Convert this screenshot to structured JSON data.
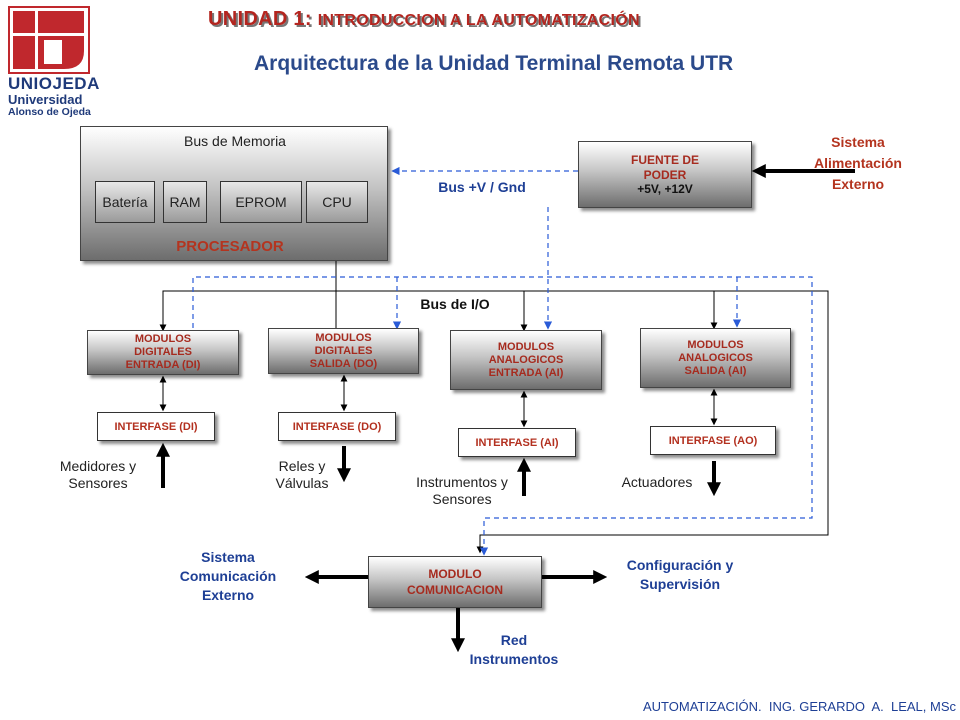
{
  "header": {
    "title_main": "UNIDAD 1:",
    "title_rest": "INTRODUCCION A LA AUTOMATIZACIÓN",
    "subtitle": "Arquitectura de la Unidad Terminal Remota UTR"
  },
  "logo": {
    "name": "UNIOJEDA",
    "sub1": "Universidad",
    "sub2": "Alonso de Ojeda",
    "colors": {
      "red": "#c0282d",
      "navy": "#1f3a7a"
    }
  },
  "processor": {
    "bus_label": "Bus de Memoria",
    "title": "PROCESADOR",
    "components": [
      "Batería",
      "RAM",
      "EPROM",
      "CPU"
    ]
  },
  "power": {
    "title": "FUENTE DE PODER",
    "voltages": "+5V, +12V",
    "external_label": "Sistema Alimentación Externo",
    "bus_label": "Bus +V / Gnd"
  },
  "io_bus_label": "Bus de I/O",
  "modules": [
    {
      "name": "MODULOS DIGITALES ENTRADA (DI)",
      "interface": "INTERFASE (DI)",
      "field": "Medidores y Sensores"
    },
    {
      "name": "MODULOS DIGITALES SALIDA (DO)",
      "interface": "INTERFASE (DO)",
      "field": "Reles y Válvulas"
    },
    {
      "name": "MODULOS ANALOGICOS ENTRADA (AI)",
      "interface": "INTERFASE (AI)",
      "field": "Instrumentos y Sensores"
    },
    {
      "name": "MODULOS ANALOGICOS SALIDA (AI)",
      "interface": "INTERFASE (AO)",
      "field": "Actuadores"
    }
  ],
  "comm": {
    "title": "MODULO COMUNICACION",
    "left_label": "Sistema Comunicación Externo",
    "right_label": "Configuración y Supervisión",
    "bottom_label": "Red Instrumentos"
  },
  "footer": "AUTOMATIZACIÓN.  ING. GERARDO  A.  LEAL, MSc",
  "colors": {
    "title_red": "#b4251f",
    "subtitle_blue": "#2b4a8b",
    "bus_dashed": "#2a5bd7",
    "label_red": "#b4341f",
    "label_blue": "#1e3f95"
  }
}
